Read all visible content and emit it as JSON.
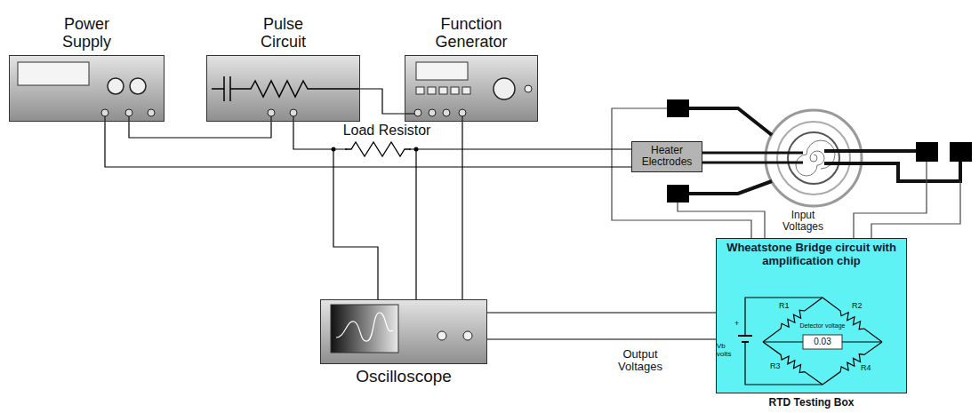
{
  "diagram": {
    "nodes": [
      {
        "text": [
          "Power Supply"
        ]
      },
      {
        "text": [
          "Pulse Circuit"
        ]
      },
      {
        "text": [
          "Function Generator"
        ]
      },
      {
        "text": [
          "Heater Electrodes"
        ]
      },
      {
        "text": [
          "Oscilloscope"
        ]
      },
      {
        "text": [
          "Wheatstone Bridge circuit with amplification chip",
          "RTD Testing Box"
        ]
      }
    ],
    "edges": [
      {
        "from": 0,
        "to": 3,
        "arrow": "none"
      },
      {
        "from": 1,
        "to": 3,
        "arrow": "none"
      },
      {
        "from": 1,
        "to": 2,
        "arrow": "none"
      },
      {
        "from": 2,
        "to": 4,
        "arrow": "none"
      },
      {
        "from": 5,
        "to": 4,
        "arrow": "none"
      },
      {
        "from": 5,
        "to": 4,
        "arrow": "none"
      },
      {
        "from": 0,
        "to": 1,
        "arrow": "none"
      }
    ],
    "labels": [
      "Load Resistor",
      "Input Voltages",
      "Output Voltages",
      "R1",
      "R2",
      "R3",
      "R4",
      "Detector voltage",
      "0.03",
      "Vb volts",
      "+"
    ]
  }
}
